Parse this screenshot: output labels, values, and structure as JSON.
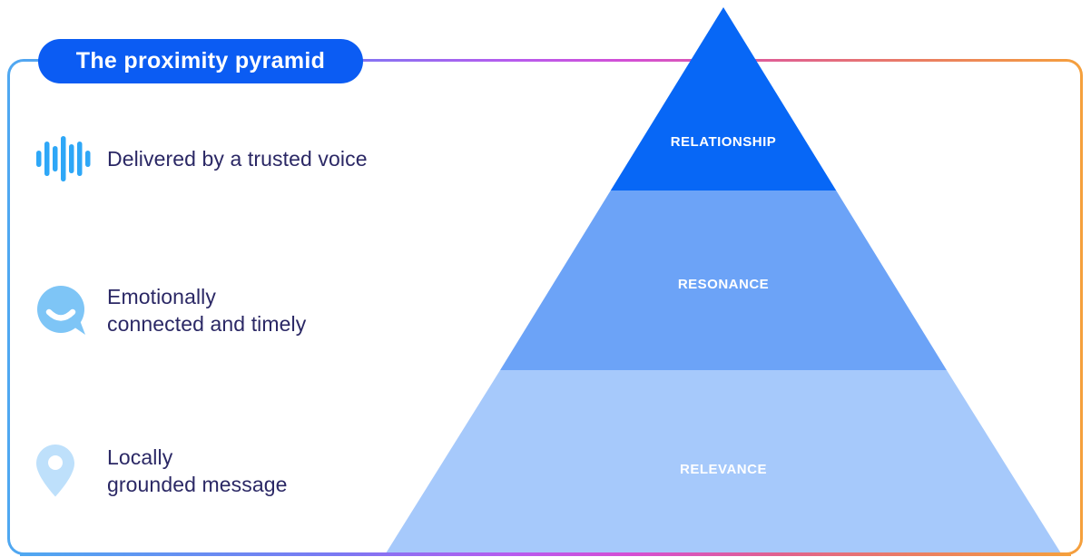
{
  "title": {
    "label": "The proximity pyramid"
  },
  "items": [
    {
      "icon": "voice-waveform-icon",
      "text": "Delivered by a trusted voice"
    },
    {
      "icon": "chat-smile-icon",
      "text": "Emotionally\nconnected and timely"
    },
    {
      "icon": "location-pin-icon",
      "text": "Locally\ngrounded message"
    }
  ],
  "pyramid": {
    "levels": [
      {
        "label": "RELATIONSHIP",
        "color": "#0767F6"
      },
      {
        "label": "RESONANCE",
        "color": "#6CA3F7"
      },
      {
        "label": "RELEVANCE",
        "color": "#A6C9FB"
      }
    ]
  },
  "colors": {
    "pill_background": "#0B5CF3",
    "body_text": "#2B2865",
    "level_text": "#FFFFFF",
    "waveform_icon": "#2EA7F7",
    "chat_icon": "#7EC5F6",
    "pin_icon": "#BEE0FB",
    "frame_gradient": [
      "#4FA8F1",
      "#7A79F3",
      "#B75BEE",
      "#D44FD4",
      "#E0618F",
      "#F5A03C"
    ]
  }
}
